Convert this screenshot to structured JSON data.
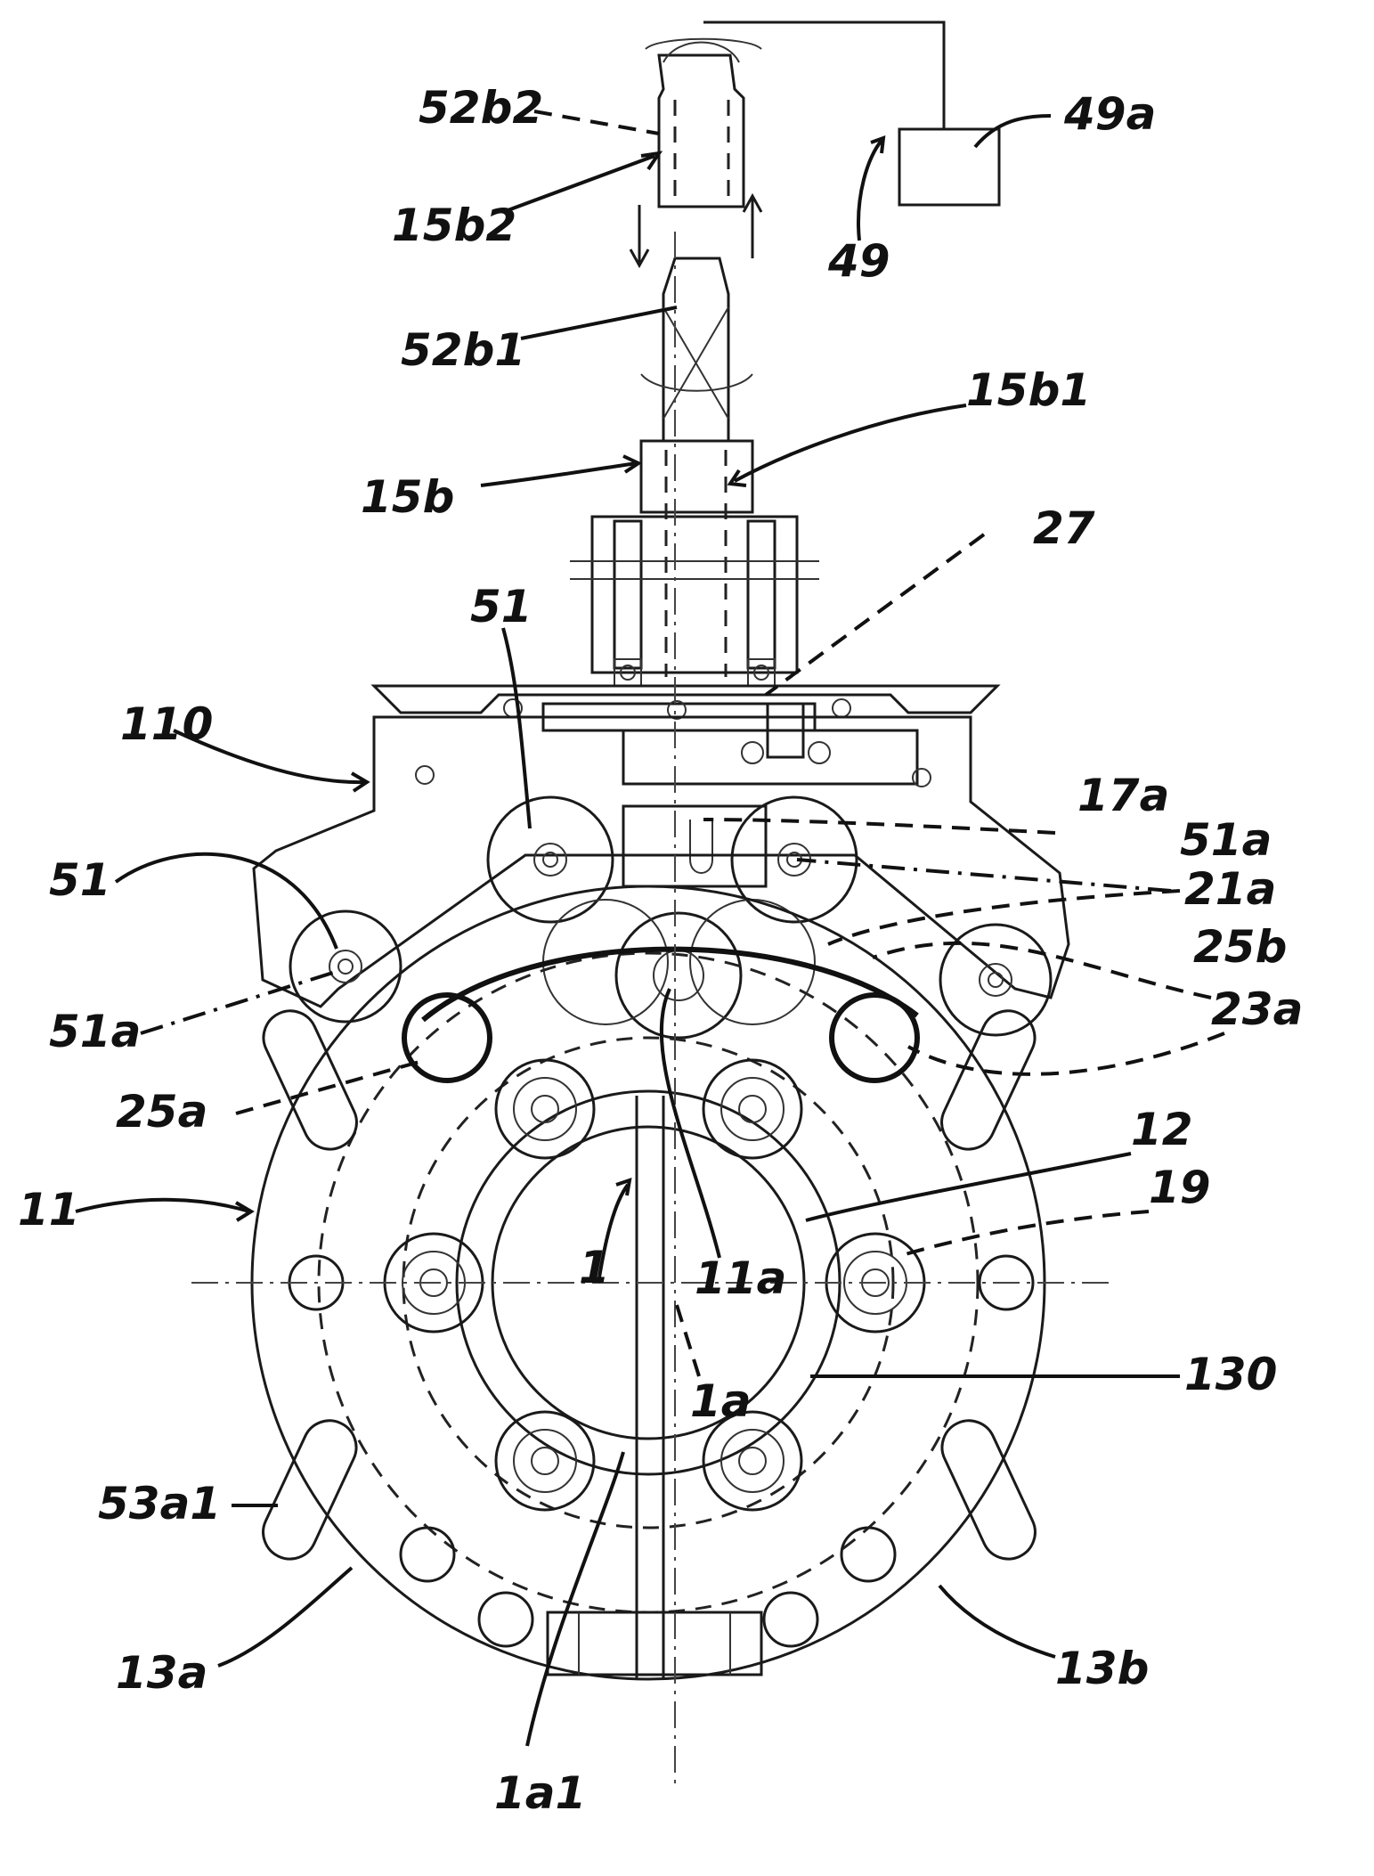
{
  "labels": {
    "l52b2": "52b2",
    "l49a": "49a",
    "l15b2": "15b2",
    "l49": "49",
    "l52b1": "52b1",
    "l15b1": "15b1",
    "l15b": "15b",
    "l27": "27",
    "l51_top": "51",
    "l110": "110",
    "l17a": "17a",
    "l51a_right": "51a",
    "l51_left": "51",
    "l21a": "21a",
    "l25b": "25b",
    "l51a_left": "51a",
    "l23a": "23a",
    "l25a": "25a",
    "l12": "12",
    "l19": "19",
    "l11": "11",
    "l1": "1",
    "l11a": "11a",
    "l1a": "1a",
    "l130": "130",
    "l53a1": "53a1",
    "l13a": "13a",
    "l13b": "13b",
    "l1a1": "1a1"
  }
}
